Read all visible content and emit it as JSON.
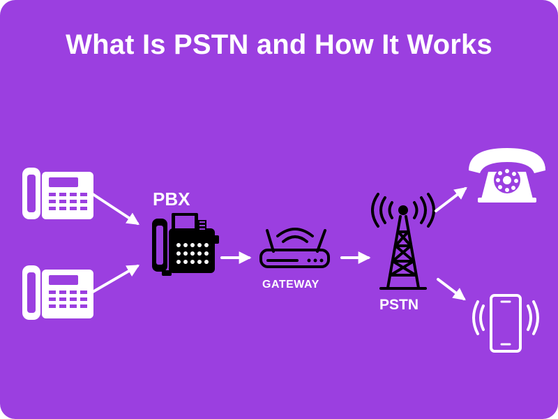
{
  "title": "What Is PSTN and How It Works",
  "labels": {
    "pbx": "PBX",
    "gateway": "GATEWAY",
    "pstn": "PSTN"
  },
  "colors": {
    "background": "#9b3fe0",
    "foreground": "#ffffff",
    "icon_dark": "#000000"
  },
  "icons": [
    "desk-phone-icon",
    "desk-phone-icon",
    "pbx-phone-icon",
    "router-icon",
    "cell-tower-icon",
    "rotary-phone-icon",
    "mobile-phone-icon"
  ]
}
